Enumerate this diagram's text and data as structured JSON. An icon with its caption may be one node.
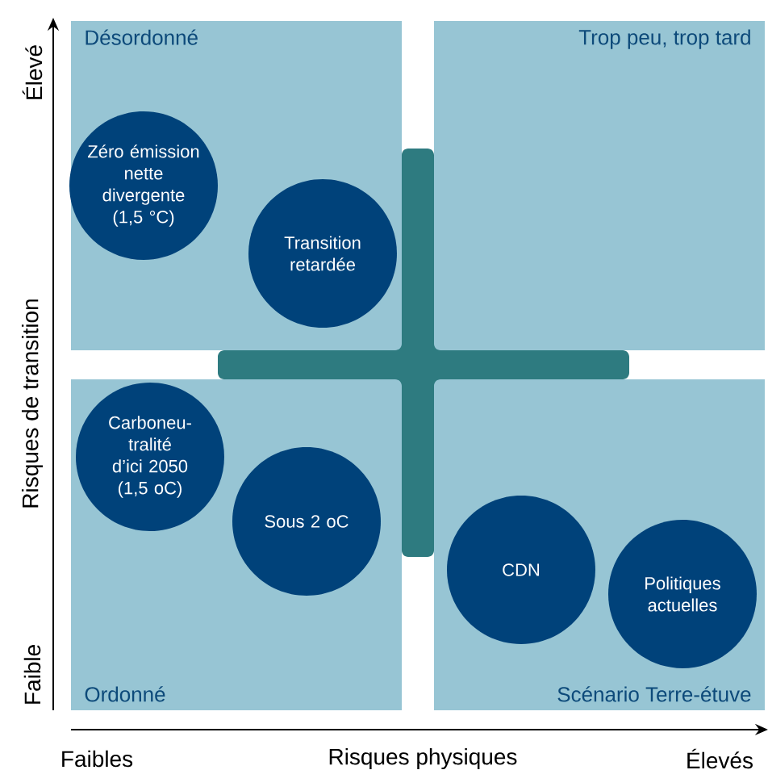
{
  "diagram": {
    "nodes": [
      {
        "text": [
          "Désordonné"
        ]
      },
      {
        "text": [
          "Trop peu, trop tard"
        ]
      },
      {
        "text": [
          "Ordonné"
        ]
      },
      {
        "text": [
          "Scénario Terre-étuve"
        ]
      },
      {
        "text": [
          "Zéro émission nette divergente (1,5 °C)"
        ],
        "in": 0
      },
      {
        "text": [
          "Transition retardée"
        ],
        "in": 0
      },
      {
        "text": [
          "Carboneu-tralité d’ici 2050 (1,5 oC)"
        ],
        "in": 2
      },
      {
        "text": [
          "Sous 2 oC"
        ],
        "in": 2
      },
      {
        "text": [
          "CDN"
        ],
        "in": 3
      },
      {
        "text": [
          "Politiques actuelles"
        ],
        "in": 3
      }
    ],
    "edges": [],
    "labels": [
      "Élevé",
      "Risques de transition",
      "Faible",
      "Faibles",
      "Risques physiques",
      "Élevés"
    ]
  }
}
